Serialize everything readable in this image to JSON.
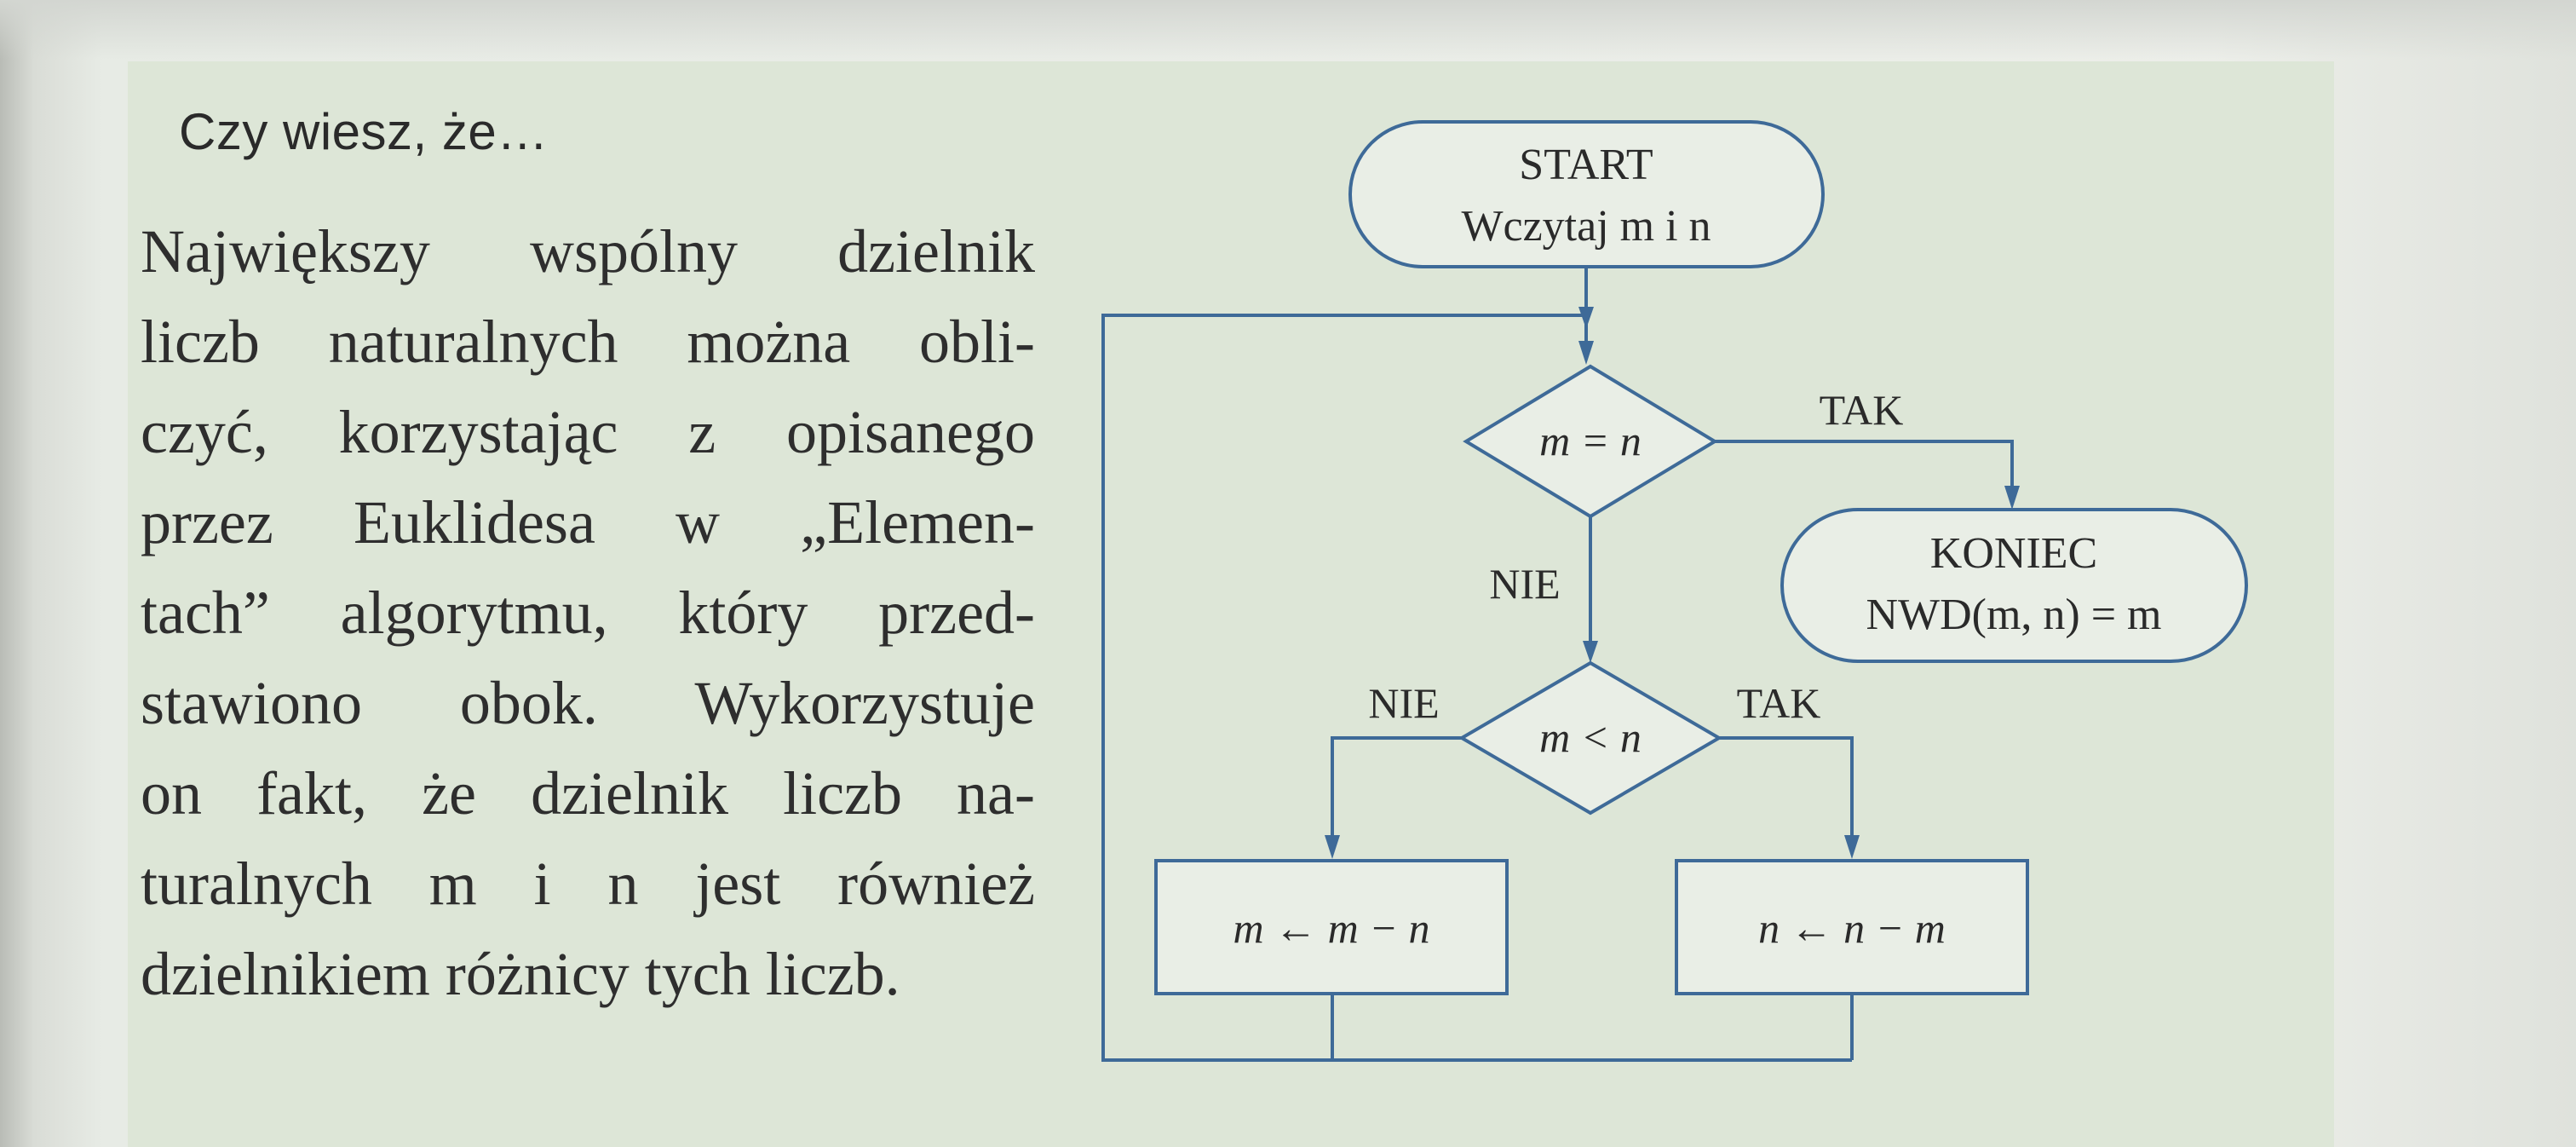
{
  "heading": "Czy wiesz, że…",
  "body_lines": [
    "Największy wspólny dzielnik",
    "liczb naturalnych można obli-",
    "czyć, korzystając z opisanego",
    "przez Euklidesa w „Elemen-",
    "tach” algorytmu, który przed-",
    "stawiono obok. Wykorzystuje",
    "on fakt, że dzielnik liczb na-",
    "turalnych m i n jest również",
    "dzielnikiem różnicy tych liczb."
  ],
  "flowchart": {
    "start": {
      "line1": "START",
      "line2": "Wczytaj m i n"
    },
    "decision1": {
      "condition": "m = n",
      "yes_label": "TAK",
      "no_label": "NIE"
    },
    "end": {
      "line1": "KONIEC",
      "line2": "NWD(m, n) = m"
    },
    "decision2": {
      "condition": "m < n",
      "yes_label": "TAK",
      "no_label": "NIE"
    },
    "step_left": "m ← m − n",
    "step_right": "n ← n − m"
  },
  "colors": {
    "panel_background": "#dde6d7",
    "flow_lines": "#3e6a98",
    "text": "#2a2a2a"
  }
}
